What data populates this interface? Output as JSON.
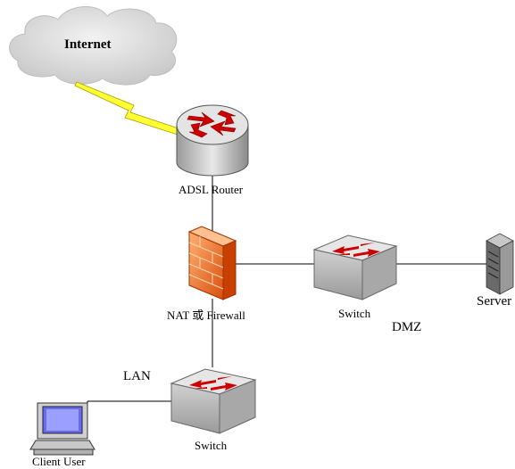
{
  "nodes": {
    "internet": "Internet",
    "router": "ADSL Router",
    "firewall": "NAT 或 Firewall",
    "switch_dmz": "Switch",
    "server": "Server",
    "switch_lan": "Switch",
    "client": "Client User"
  },
  "zones": {
    "dmz": "DMZ",
    "lan": "LAN"
  },
  "colors": {
    "lightning": "#ffff33",
    "arrow": "#cc0000",
    "firewall": "#f07030",
    "cloud": "#d8d8d8"
  }
}
